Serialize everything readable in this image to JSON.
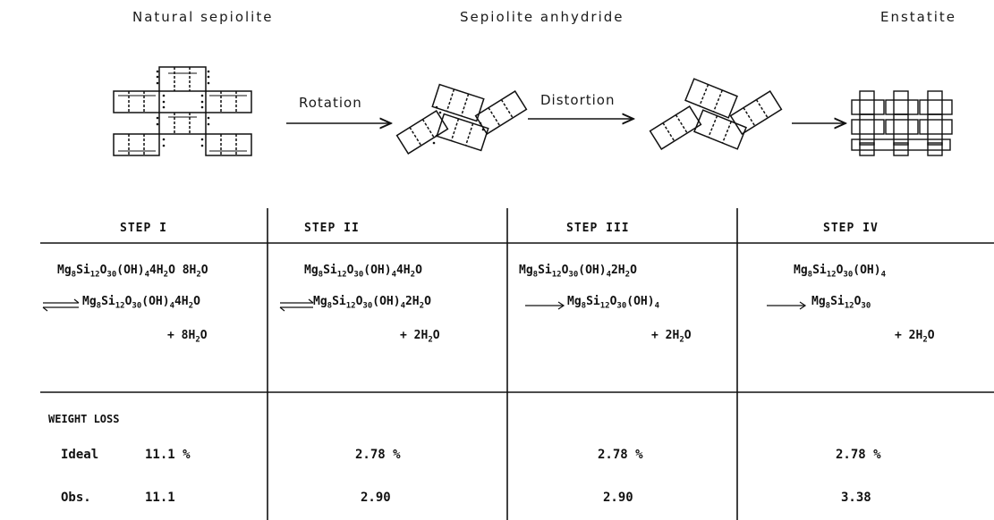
{
  "stages": {
    "natural": "Natural sepiolite",
    "anhydride": "Sepiolite anhydride",
    "enstatite": "Enstatite"
  },
  "arrows": {
    "rotation": "Rotation",
    "distortion": "Distortion"
  },
  "steps": [
    {
      "header": "STEP I",
      "reactant": [
        "Mg",
        "8",
        "Si",
        "12",
        "O",
        "30",
        "(OH)",
        "4",
        "4H",
        "2",
        "O  8H",
        "2",
        "O"
      ],
      "product": [
        "Mg",
        "8",
        "Si",
        "12",
        "O",
        "30",
        "(OH)",
        "4",
        "4H",
        "2",
        "O"
      ],
      "water": [
        "+ 8H",
        "2",
        "O"
      ],
      "ideal": "11.1 %",
      "obs": "11.1",
      "reversible": true
    },
    {
      "header": "STEP II",
      "reactant": [
        "Mg",
        "8",
        "Si",
        "12",
        "O",
        "30",
        "(OH)",
        "4",
        "4H",
        "2",
        "O"
      ],
      "product": [
        "Mg",
        "8",
        "Si",
        "12",
        "O",
        "30",
        "(OH)",
        "4",
        "2H",
        "2",
        "O"
      ],
      "water": [
        "+ 2H",
        "2",
        "O"
      ],
      "ideal": "2.78 %",
      "obs": "2.90",
      "reversible": true
    },
    {
      "header": "STEP III",
      "reactant": [
        "Mg",
        "8",
        "Si",
        "12",
        "O",
        "30",
        "(OH)",
        "4",
        "2H",
        "2",
        "O"
      ],
      "product": [
        "Mg",
        "8",
        "Si",
        "12",
        "O",
        "30",
        "(OH)",
        "4"
      ],
      "water": [
        "+ 2H",
        "2",
        "O"
      ],
      "ideal": "2.78 %",
      "obs": "2.90",
      "reversible": false
    },
    {
      "header": "STEP IV",
      "reactant": [
        "Mg",
        "8",
        "Si",
        "12",
        "O",
        "30",
        "(OH)",
        "4"
      ],
      "product": [
        "Mg",
        "8",
        "Si",
        "12",
        "O",
        "30"
      ],
      "water": [
        "+ 2H",
        "2",
        "O"
      ],
      "ideal": "2.78 %",
      "obs": "3.38",
      "reversible": false
    }
  ],
  "weight_loss": {
    "title": "WEIGHT LOSS",
    "ideal_label": "Ideal",
    "obs_label": "Obs."
  }
}
